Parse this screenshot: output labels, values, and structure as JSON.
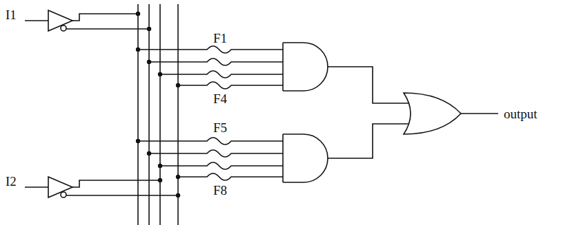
{
  "diagram": {
    "labels": [
      "I1",
      "I2",
      "F1",
      "F4",
      "F5",
      "F8",
      "output"
    ]
  }
}
